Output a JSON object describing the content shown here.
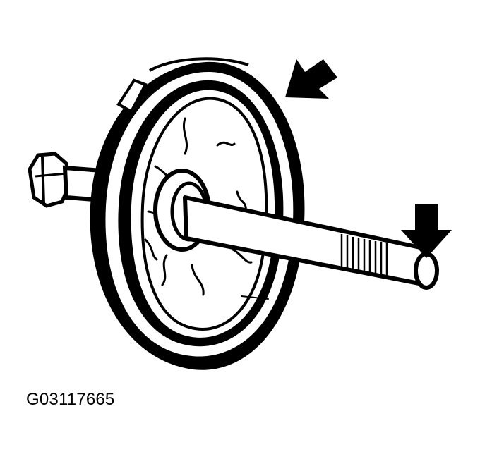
{
  "figure": {
    "code": "G03117665",
    "subject": "pulley-on-shaft",
    "indicators": [
      "arrow-pointing-at-pulley-rim",
      "arrow-pointing-at-shaft-end"
    ],
    "ink_color": "#000000",
    "paper_color": "#ffffff"
  }
}
